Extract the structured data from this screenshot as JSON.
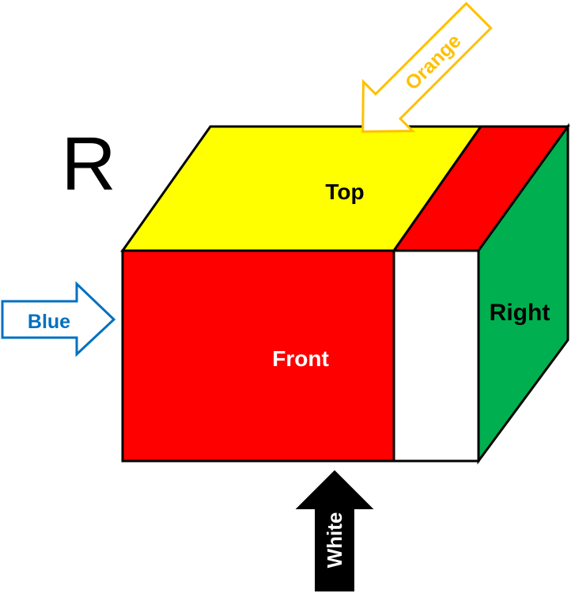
{
  "move_label": "R",
  "faces": {
    "top": {
      "label": "Top",
      "color": "#ffff00"
    },
    "front": {
      "label": "Front",
      "color": "#ff0000"
    },
    "right": {
      "label": "Right",
      "color": "#00b050"
    },
    "top_strip": {
      "color": "#ff0000"
    },
    "front_strip": {
      "color": "#ffffff"
    }
  },
  "arrows": {
    "blue": {
      "label": "Blue",
      "color": "#0070c0"
    },
    "orange": {
      "label": "Orange",
      "color": "#ffc000"
    },
    "white": {
      "label": "White",
      "fill": "#000000",
      "text_color": "#ffffff"
    }
  }
}
